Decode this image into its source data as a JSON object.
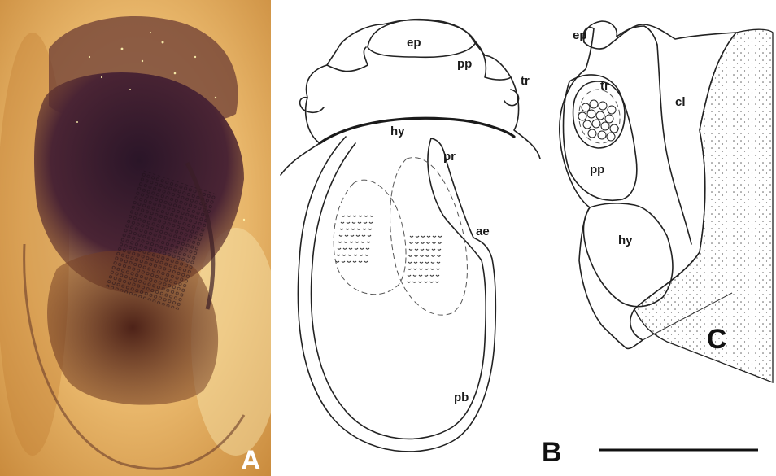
{
  "figure": {
    "panels": {
      "a": {
        "letter": "A"
      },
      "b": {
        "letter": "B",
        "labels": {
          "ep": "ep",
          "pp": "pp",
          "tr": "tr",
          "hy": "hy",
          "pr": "pr",
          "ae": "ae",
          "pb": "pb"
        }
      },
      "c": {
        "letter": "C",
        "labels": {
          "ep": "ep",
          "tr": "tr",
          "cl": "cl",
          "pp": "pp",
          "hy": "hy"
        }
      }
    },
    "colors": {
      "amber_light": "#f0c878",
      "amber_mid": "#d99a4a",
      "fossil_dark": "#3a1e30",
      "fossil_brown": "#5b2e22",
      "ink": "#222222",
      "panel_letter_on_photo": "#ffffff",
      "panel_letter_on_drawing": "#111111"
    },
    "scale_bar": {
      "label": ""
    }
  }
}
